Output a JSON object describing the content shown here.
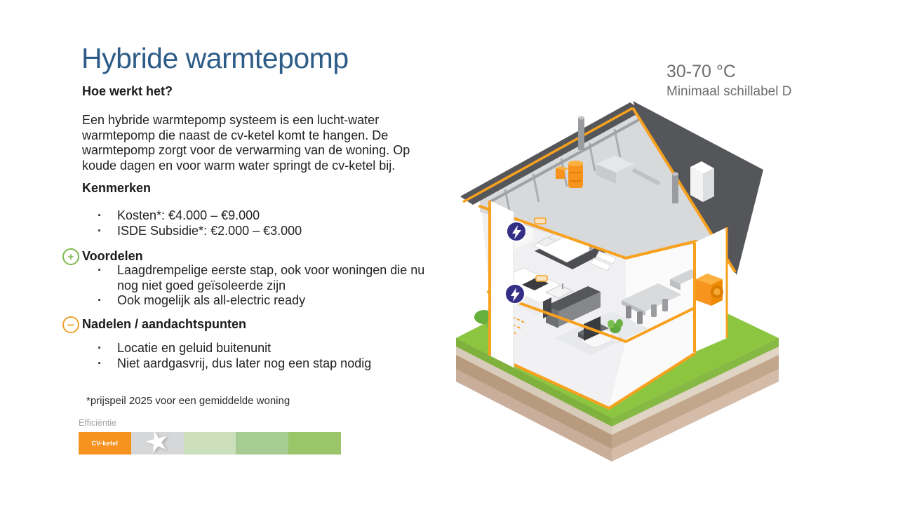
{
  "slide": {
    "title": "Hybride warmtepomp",
    "how_it_works": {
      "heading": "Hoe werkt het?",
      "body": "Een hybride warmtepomp systeem is een lucht-water warmtepomp die naast de cv-ketel komt te hangen. De warmtepomp zorgt voor de verwarming van de woning. Op koude dagen en voor warm water springt de cv-ketel bij."
    },
    "kenmerken": {
      "heading": "Kenmerken",
      "items": [
        "Kosten*: €4.000 – €9.000",
        "ISDE Subsidie*: €2.000 – €3.000"
      ]
    },
    "voordelen": {
      "heading": "Voordelen",
      "icon": "+",
      "items": [
        "Laagdrempelige eerste stap, ook voor woningen die nu nog niet goed geïsoleerde zijn",
        "Ook mogelijk als all-electric ready"
      ]
    },
    "nadelen": {
      "heading": "Nadelen / aandachtspunten",
      "icon": "−",
      "items": [
        "Locatie en geluid buitenunit",
        "Niet aardgasvrij, dus later nog een stap nodig"
      ]
    },
    "footnote": "*prijspeil 2025 voor een gemiddelde woning",
    "efficiency": {
      "label": "Efficiëntie",
      "star_icon": "★",
      "segments": [
        {
          "label": "CV-ketel",
          "color": "#f6921e"
        },
        {
          "label": "",
          "color": "#d6d7d8"
        },
        {
          "label": "",
          "color": "#cbdfbd"
        },
        {
          "label": "",
          "color": "#a6cb93"
        },
        {
          "label": "",
          "color": "#9ac568"
        }
      ]
    },
    "callout": {
      "temperature": "30-70 °C",
      "subtitle": "Minimaal schillabel D"
    },
    "colors": {
      "title_blue": "#2d5c87",
      "accent_orange": "#f7a11f",
      "plus_green": "#7cb94e",
      "minus_orange": "#f0a22e",
      "badge_purple": "#352e87",
      "roof_gray": "#55565a",
      "grass_green": "#8cc540"
    }
  }
}
